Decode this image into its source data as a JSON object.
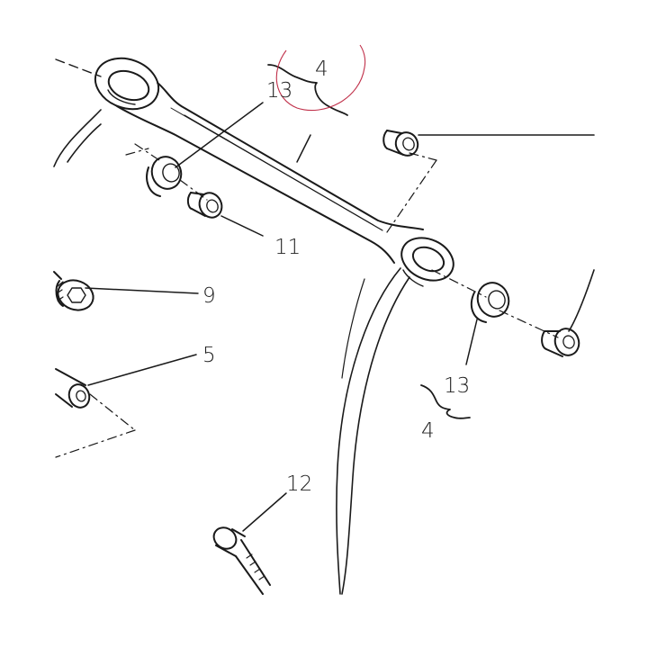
{
  "diagram": {
    "type": "exploded-parts-view",
    "line_color": "#1a1a1a",
    "highlight_circle_color": "#c0304a",
    "labels": {
      "group_4_top": "4",
      "bushing_13_top": "13",
      "washer_11": "11",
      "nut_9": "9",
      "pin_5": "5",
      "bushing_13_bottom": "13",
      "group_4_bottom": "4",
      "bolt_12": "12"
    }
  }
}
